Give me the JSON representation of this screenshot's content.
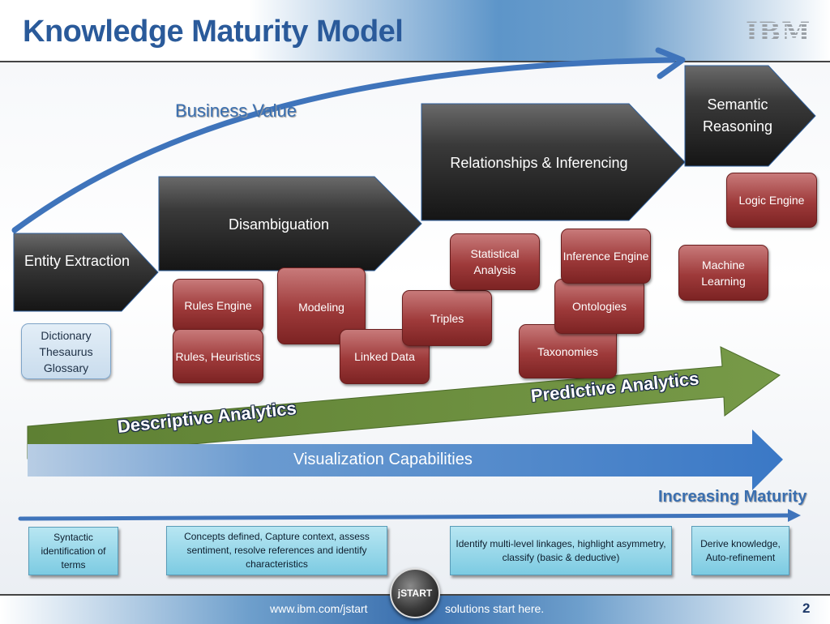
{
  "title": "Knowledge Maturity Model",
  "logo": "IBM",
  "business_value": "Business Value",
  "stages": [
    {
      "label": "Entity Extraction"
    },
    {
      "label": "Disambiguation"
    },
    {
      "label": "Relationships & Inferencing"
    },
    {
      "label": "Semantic Reasoning"
    }
  ],
  "capabilities": {
    "dictionary": "Dictionary Thesaurus Glossary",
    "rules_engine": "Rules Engine",
    "rules_heuristics": "Rules, Heuristics",
    "modeling": "Modeling",
    "linked_data": "Linked Data",
    "triples": "Triples",
    "statistical_analysis": "Statistical Analysis",
    "taxonomies": "Taxonomies",
    "ontologies": "Ontologies",
    "inference_engine": "Inference Engine",
    "machine_learning": "Machine Learning",
    "logic_engine": "Logic Engine"
  },
  "analytics": {
    "descriptive": "Descriptive Analytics",
    "predictive": "Predictive Analytics",
    "visualization": "Visualization Capabilities",
    "increasing_maturity": "Increasing Maturity"
  },
  "descriptions": [
    "Syntactic identification of terms",
    "Concepts defined, Capture context, assess sentiment, resolve references and identify characteristics",
    "Identify multi-level  linkages, highlight asymmetry, classify (basic & deductive)",
    "Derive knowledge, Auto-refinement"
  ],
  "footer": {
    "url": "www.ibm.com/jstart",
    "badge": "jSTART",
    "tagline": "solutions start here.",
    "page": "2"
  },
  "colors": {
    "title_blue": "#2a5a9a",
    "stage_dark": "#2c2c2c",
    "capability_red": "#9e3a3a",
    "predictive_green": "#6b8f3e",
    "visualization_blue": "#3a78c6"
  }
}
